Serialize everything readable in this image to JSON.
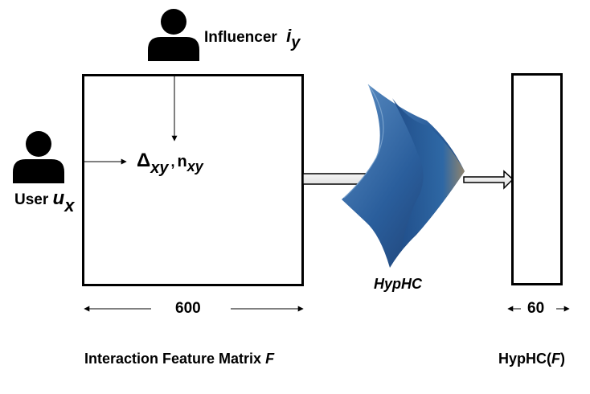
{
  "influencer": {
    "label": "Influencer",
    "symbol": "i",
    "subscript": "y"
  },
  "user": {
    "label": "User",
    "symbol": "u",
    "subscript": "x"
  },
  "matrix": {
    "delta_symbol": "Δ",
    "delta_subscript": "xy",
    "separator": ",",
    "n_symbol": "n",
    "n_subscript": "xy",
    "width_label": "600",
    "caption": "Interaction Feature Matrix",
    "caption_symbol": "F"
  },
  "model": {
    "label": "HypHC"
  },
  "output": {
    "width_label": "60",
    "caption_prefix": "HypHC(",
    "caption_symbol": "F",
    "caption_suffix": ")"
  },
  "colors": {
    "model_dark": "#1f3f72",
    "model_mid": "#2d6aa8",
    "model_light": "#6f9ccc",
    "edge_glow": "#c9a46a"
  },
  "icons": {
    "person": "person-icon"
  }
}
